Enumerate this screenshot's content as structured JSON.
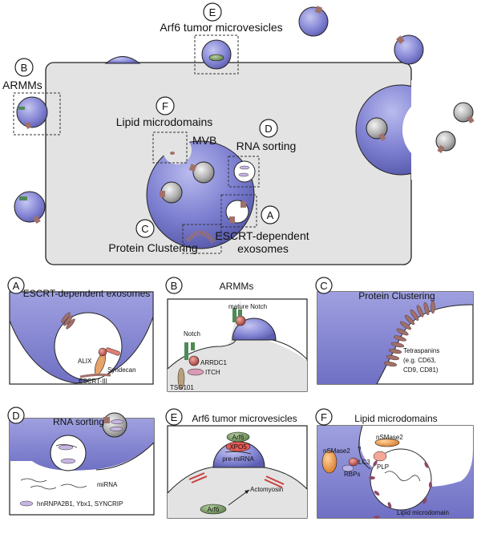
{
  "overview": {
    "arf6_letter": "E",
    "arf6_label": "Arf6 tumor microvesicles",
    "armms_letter": "B",
    "armms_label": "ARMMs",
    "lipid_letter": "F",
    "lipid_label": "Lipid microdomains",
    "mvb_label": "MVB",
    "rna_letter": "D",
    "rna_label": "RNA sorting",
    "escrt_letter": "A",
    "escrt_label_line1": "ESCRT-dependent",
    "escrt_label_line2": "exosomes",
    "protein_letter": "C",
    "protein_label": "Protein Clustering"
  },
  "panels": {
    "a": {
      "letter": "A",
      "title": "ESCRT-dependent exosomes",
      "alix": "ALIX",
      "syndecan": "Syndecan",
      "escrt3": "ESCRT-III"
    },
    "b": {
      "letter": "B",
      "title": "ARMMs",
      "mature_notch": "mature Notch",
      "notch": "Notch",
      "arrdc1": "ARRDC1",
      "itch": "ITCH",
      "tsg101": "TSG101"
    },
    "c": {
      "letter": "C",
      "title": "Protein Clustering",
      "tetra1": "Tetraspanins",
      "tetra2": "(e.g. CD63,",
      "tetra3": "CD9, CD81)"
    },
    "d": {
      "letter": "D",
      "title": "RNA sorting",
      "mirna": "miRNA",
      "rbp": "hnRNPA2B1, Ybx1, SYNCRIP"
    },
    "e": {
      "letter": "E",
      "title": "Arf6 tumor microvesicles",
      "arf6_top": "Arf6",
      "xpo5": "XPO5",
      "pre_mirna": "pre-miRNA",
      "actomyosin": "Actomyosin",
      "arf6_bottom": "Arf6"
    },
    "f": {
      "letter": "F",
      "title": "Lipid microdomains",
      "nsmase2_left": "nSMase2",
      "question": "?",
      "nsmase2_right": "nSMase2",
      "lc3": "LC3",
      "plp": "PLP",
      "rbps": "RBPs",
      "microdomain": "Lipid microdomain"
    }
  },
  "colors": {
    "cell_fill": "#e3e3e3",
    "mvb_fill": "#7b7ccc",
    "vesicle_grey": "#a9a9a9",
    "outline": "#222222",
    "receptor": "#a0706a"
  }
}
